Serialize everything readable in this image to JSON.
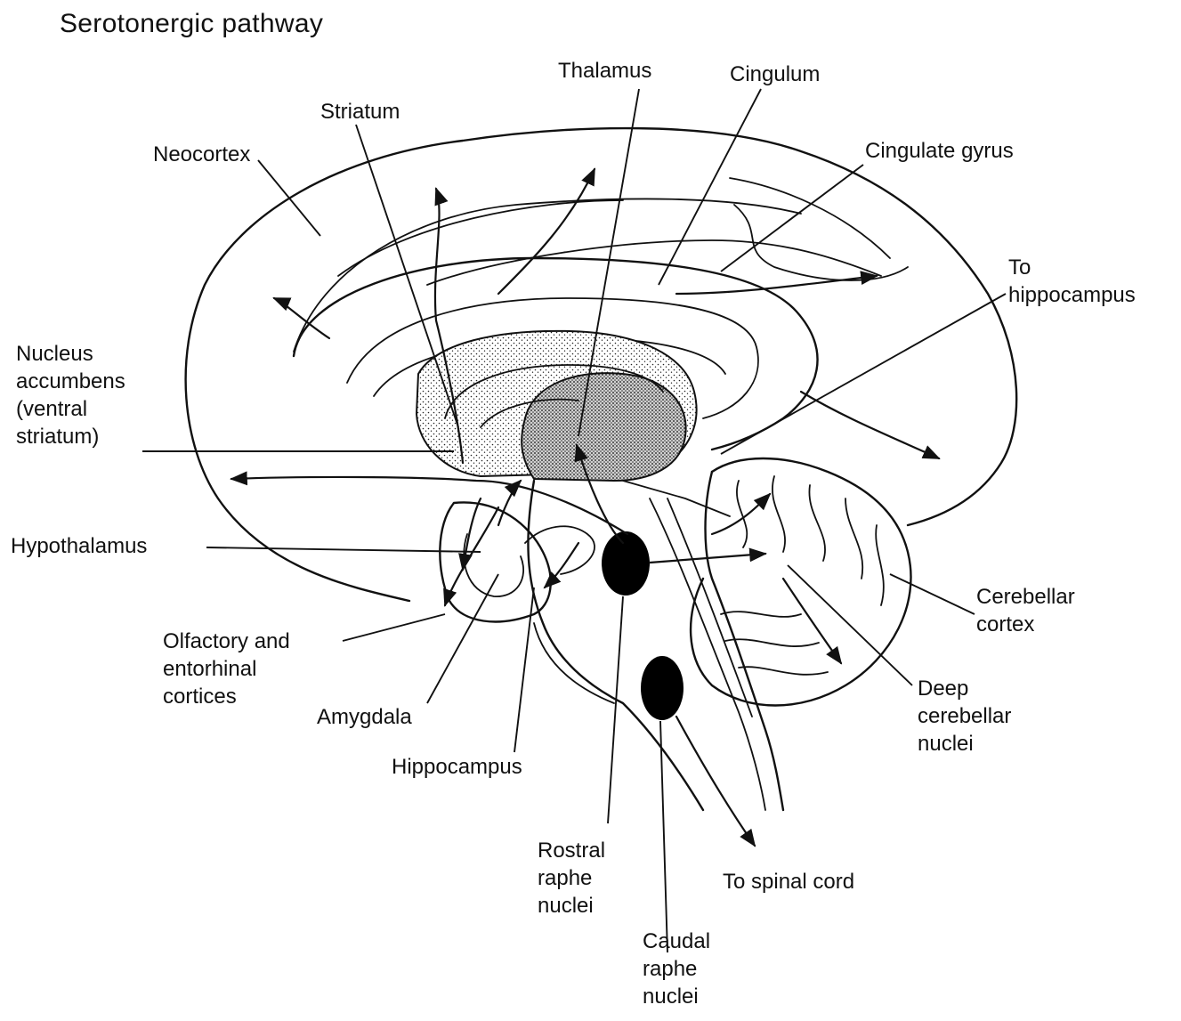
{
  "title": "Serotonergic pathway",
  "labels": {
    "thalamus": "Thalamus",
    "cingulum": "Cingulum",
    "striatum": "Striatum",
    "neocortex": "Neocortex",
    "cingulate_gyrus": "Cingulate gyrus",
    "to_hippocampus": "To\nhippocampus",
    "nucleus_accumbens": "Nucleus\naccumbens\n(ventral\nstriatum)",
    "hypothalamus": "Hypothalamus",
    "cerebellar_cortex": "Cerebellar\ncortex",
    "olfactory": "Olfactory and\nentorhinal\ncortices",
    "amygdala": "Amygdala",
    "deep_cerebellar": "Deep\ncerebellar\nnuclei",
    "hippocampus": "Hippocampus",
    "rostral_raphe": "Rostral\nraphe\nnuclei",
    "to_spinal_cord": "To spinal cord",
    "caudal_raphe": "Caudal\nraphe\nnuclei"
  }
}
